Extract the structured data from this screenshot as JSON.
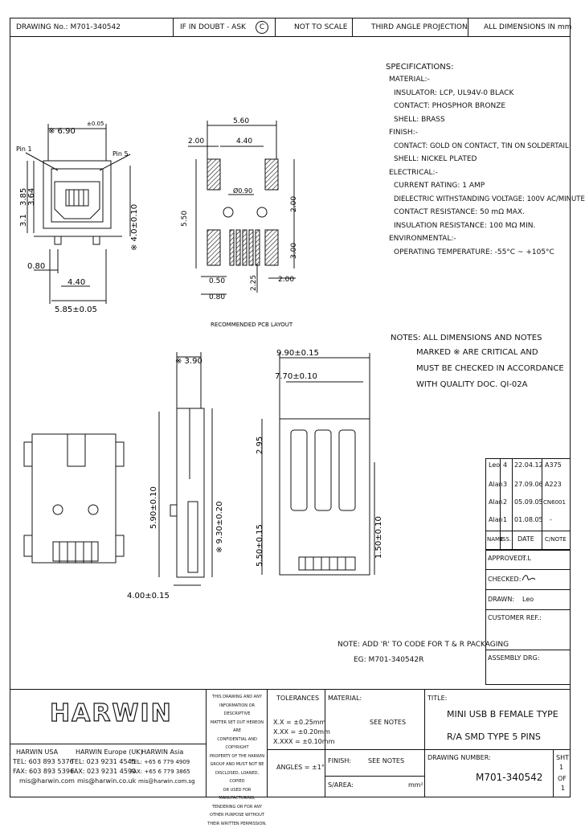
{
  "header": {
    "drawing_no": "DRAWING No.: M701-340542",
    "if_in_doubt": "IF IN DOUBT - ASK",
    "copyright_symbol": "C",
    "not_to_scale": "NOT TO SCALE",
    "projection": "THIRD ANGLE PROJECTION",
    "dimensions": "ALL DIMENSIONS IN mm"
  },
  "specifications": {
    "title": "SPECIFICATIONS:",
    "lines": [
      "MATERIAL:-",
      "INSULATOR: LCP, UL94V-0 BLACK",
      "CONTACT: PHOSPHOR BRONZE",
      "SHELL: BRASS",
      "FINISH:-",
      "CONTACT: GOLD ON CONTACT, TIN ON SOLDERTAIL",
      "SHELL: NICKEL PLATED",
      "ELECTRICAL:-",
      "CURRENT RATING: 1 AMP",
      "DIELECTRIC WITHSTANDING VOLTAGE: 100V AC/MINUTE",
      "CONTACT RESISTANCE: 50 mΩ MAX.",
      "INSULATION RESISTANCE: 100 MΩ MIN.",
      "ENVIRONMENTAL:-",
      "OPERATING TEMPERATURE: -55°C ~ +105°C"
    ]
  },
  "notes": {
    "lines": [
      "NOTES: ALL DIMENSIONS AND NOTES",
      "MARKED ※ ARE CRITICAL AND",
      "MUST BE CHECKED IN ACCORDANCE",
      "WITH QUALITY DOC. QI-02A"
    ]
  },
  "front_view": {
    "dim_top": "※ 6.90",
    "dim_top_tol": "±0.05",
    "pin1": "Pin 1",
    "pin5": "Pin 5",
    "dim_left_a": "3.1",
    "dim_left_b": "3.85",
    "dim_left_c": "3.64",
    "dim_right": "※ 4.0±0.10",
    "dim_080": "0.80",
    "dim_440": "4.40",
    "dim_bottom": "5.85±0.05"
  },
  "pcb_layout": {
    "dim_top": "5.60",
    "dim_200": "2.00",
    "dim_440": "4.40",
    "dim_hole": "Ø0.90",
    "dim_550": "5.50",
    "dim_left_small": "3.00",
    "dim_right_small": "2.00",
    "dim_225": "2.25",
    "dim_050": "0.50",
    "dim_080": "0.80",
    "dim_200b": "2.00",
    "caption": "RECOMMENDED PCB LAYOUT"
  },
  "side_view": {
    "dim_390": "※ 3.90",
    "dim_590": "5.90±0.10",
    "dim_930": "※ 9.30±0.20",
    "dim_400": "4.00±0.15"
  },
  "top_view": {
    "dim_990": "9.90±0.15",
    "dim_770": "7.70±0.10",
    "dim_295": "2.95",
    "dim_550": "5.50±0.15",
    "dim_150": "1.50±0.10"
  },
  "revisions": {
    "rows": [
      {
        "name": "Leo",
        "iss": "4",
        "date": "22.04.12",
        "change": "A375"
      },
      {
        "name": "Alan",
        "iss": "3",
        "date": "27.09.06",
        "change": "A223"
      },
      {
        "name": "Alan",
        "iss": "2",
        "date": "05.09.05",
        "change": "CN6001"
      },
      {
        "name": "Alan",
        "iss": "1",
        "date": "01.08.05",
        "change": "-"
      }
    ],
    "headers": {
      "name": "NAME",
      "iss": "ISS.",
      "date": "DATE",
      "change": "C/NOTE"
    }
  },
  "signoff": {
    "approved_label": "APPROVED:",
    "approved_value": "T.L",
    "checked_label": "CHECKED:",
    "drawn_label": "DRAWN:",
    "drawn_value": "Leo",
    "customer_ref_label": "CUSTOMER REF.:",
    "assembly_label": "ASSEMBLY DRG:"
  },
  "packaging_note": {
    "line1": "NOTE: ADD 'R' TO CODE FOR T & R PACKAGING",
    "line2": "EG: M701-340542R"
  },
  "title_block": {
    "logo": "HARWIN",
    "offices": [
      {
        "name": "HARWIN USA",
        "tel": "TEL: 603 893 5376",
        "fax": "FAX: 603 893 5396",
        "email": "mis@harwin.com"
      },
      {
        "name": "HARWIN Europe (UK)",
        "tel": "TEL: 023 9231 4545",
        "fax": "FAX: 023 9231 4590",
        "email": "mis@harwin.co.uk"
      },
      {
        "name": "HARWIN Asia",
        "tel": "TEL: +65 6 779 4909",
        "fax": "FAX: +65 6 779 3865",
        "email": "mis@harwin.com.sg"
      }
    ],
    "legal": [
      "THIS DRAWING AND ANY",
      "INFORMATION OR DESCRIPTIVE",
      "MATTER SET OUT HEREON ARE",
      "CONFIDENTIAL AND COPYRIGHT",
      "PROPERTY OF THE HARWIN",
      "GROUP AND MUST NOT BE",
      "DISCLOSED, LOANED, COPIED",
      "OR USED FOR MANUFACTURING,",
      "TENDERING OR FOR ANY",
      "OTHER PURPOSE WITHOUT",
      "THEIR WRITTEN PERMISSION."
    ],
    "tolerances_label": "TOLERANCES",
    "tolerances": [
      "X.X = ±0.25mm",
      "X.XX = ±0.20mm",
      "X.XXX = ±0.10mm"
    ],
    "angles": "ANGLES = ±1°",
    "material_label": "MATERIAL:",
    "material_value": "SEE NOTES",
    "finish_label": "FINISH:",
    "finish_value": "SEE NOTES",
    "sarea_label": "S/AREA:",
    "sarea_unit": "mm²",
    "title_label": "TITLE:",
    "title_line1": "MINI USB B FEMALE TYPE",
    "title_line2": "R/A SMD TYPE 5 PINS",
    "drawing_number_label": "DRAWING NUMBER:",
    "drawing_number": "M701-340542",
    "sheet_label": "SHT",
    "sheet_num": "1",
    "sheet_of": "OF",
    "sheet_total": "1"
  }
}
